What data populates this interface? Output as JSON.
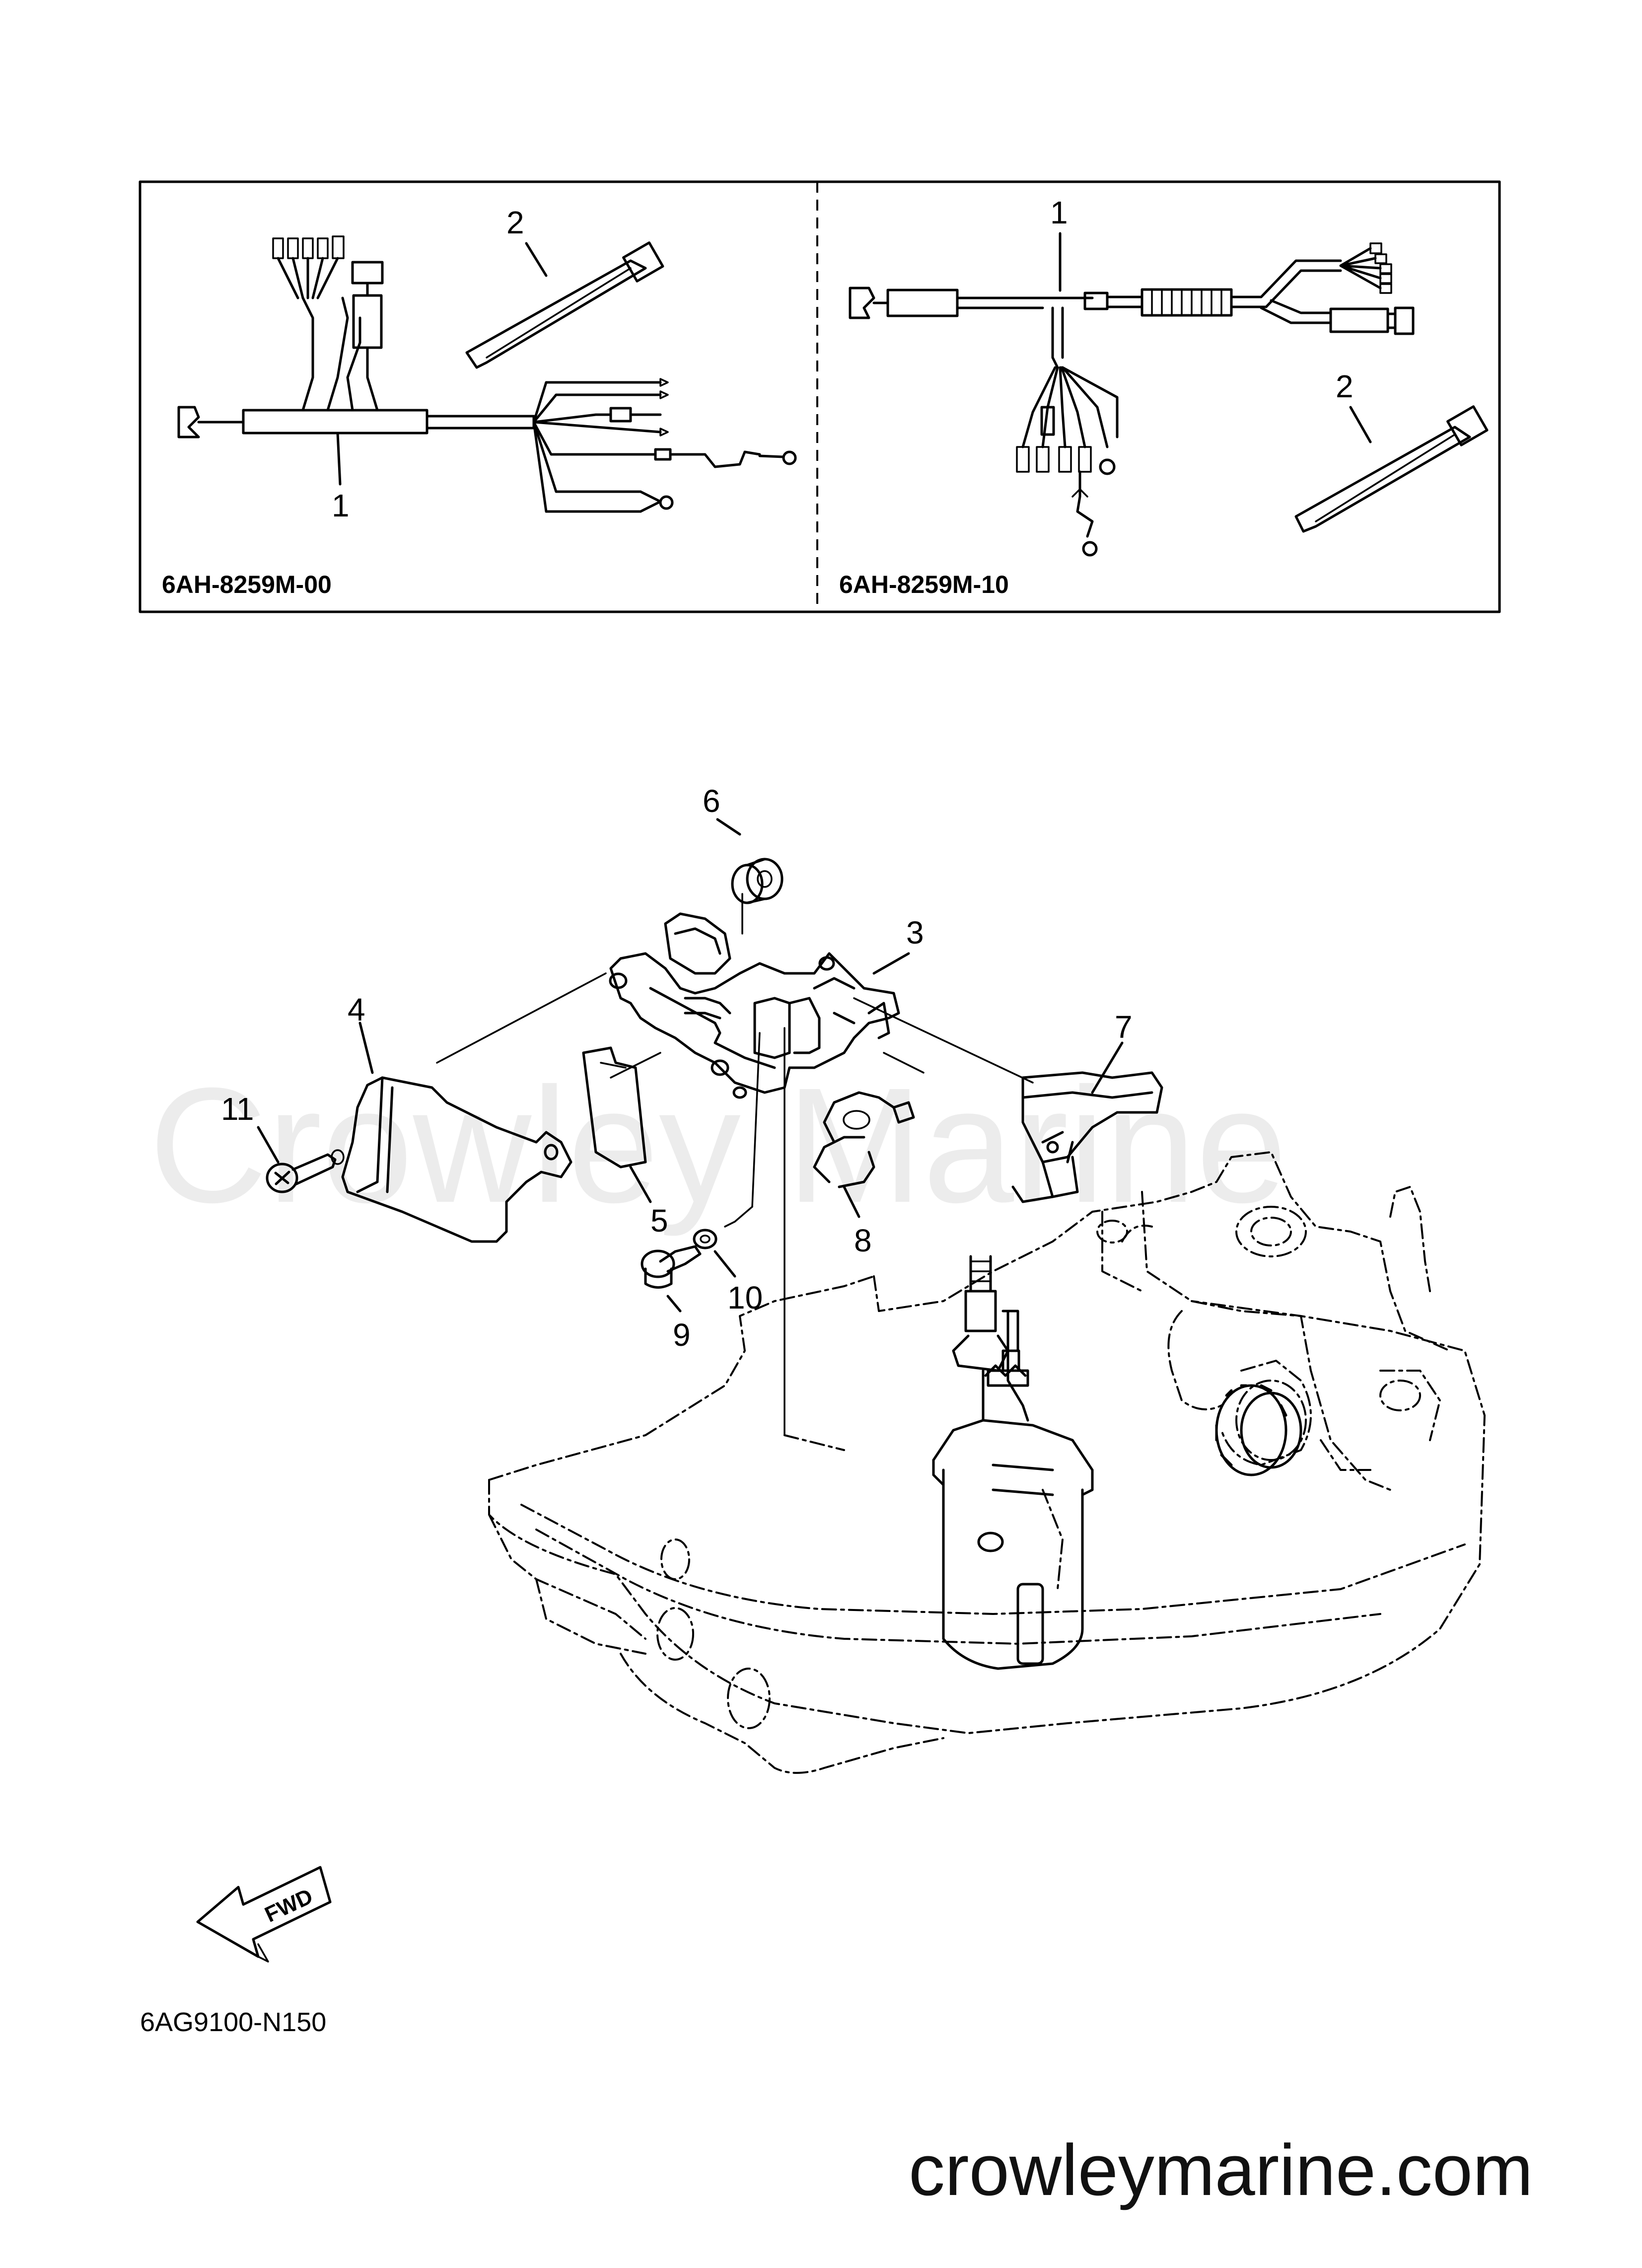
{
  "inset": {
    "left_code": "6AH-8259M-00",
    "right_code": "6AH-8259M-10",
    "left_callouts": [
      "1",
      "2"
    ],
    "right_callouts": [
      "1",
      "2"
    ]
  },
  "callouts": {
    "p3": "3",
    "p4": "4",
    "p5": "5",
    "p6": "6",
    "p7": "7",
    "p8": "8",
    "p9": "9",
    "p10": "10",
    "p11": "11"
  },
  "arrow": {
    "label": "FWD"
  },
  "watermark": "Crowley Marine",
  "diagram_ref": "6AG9100-N150",
  "site": "crowleymarine.com"
}
